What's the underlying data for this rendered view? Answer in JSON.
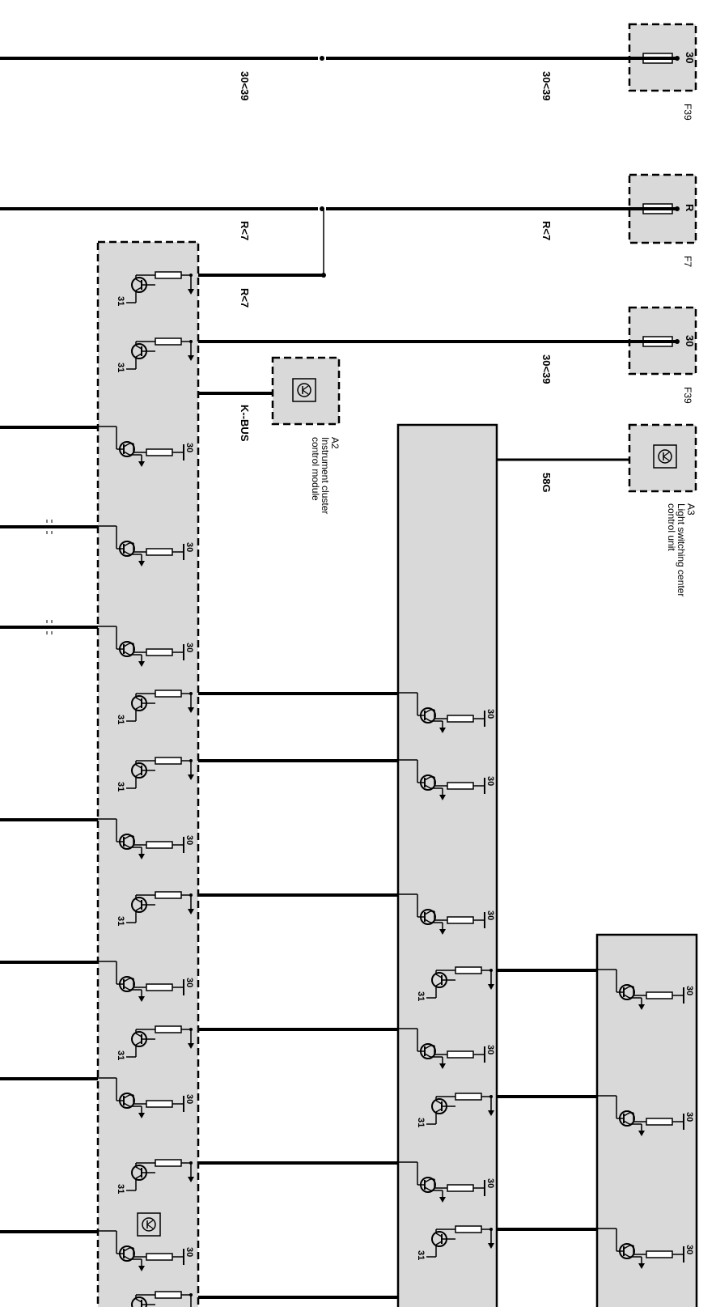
{
  "diagram": {
    "wires": {
      "w1_a": "30<39",
      "w1_b": "30<39",
      "w2_a": "R<7",
      "w2_b": "R<7",
      "w3": "R<7",
      "w4": "30<39",
      "kbus": "K--BUS",
      "w58g": "58G"
    },
    "fuses": {
      "f39_top": {
        "pin": "30",
        "id": "F39"
      },
      "f7": {
        "pin": "R",
        "id": "F7"
      },
      "f39_mid": {
        "pin": "30",
        "id": "F39"
      }
    },
    "components": {
      "a2": {
        "id": "A2",
        "line1": "Instrument cluster",
        "line2": "control module"
      },
      "a3": {
        "id": "A3",
        "line1": "Light switching center",
        "line2": "control unit"
      }
    },
    "pins": {
      "v30": "30",
      "g31": "31"
    }
  }
}
